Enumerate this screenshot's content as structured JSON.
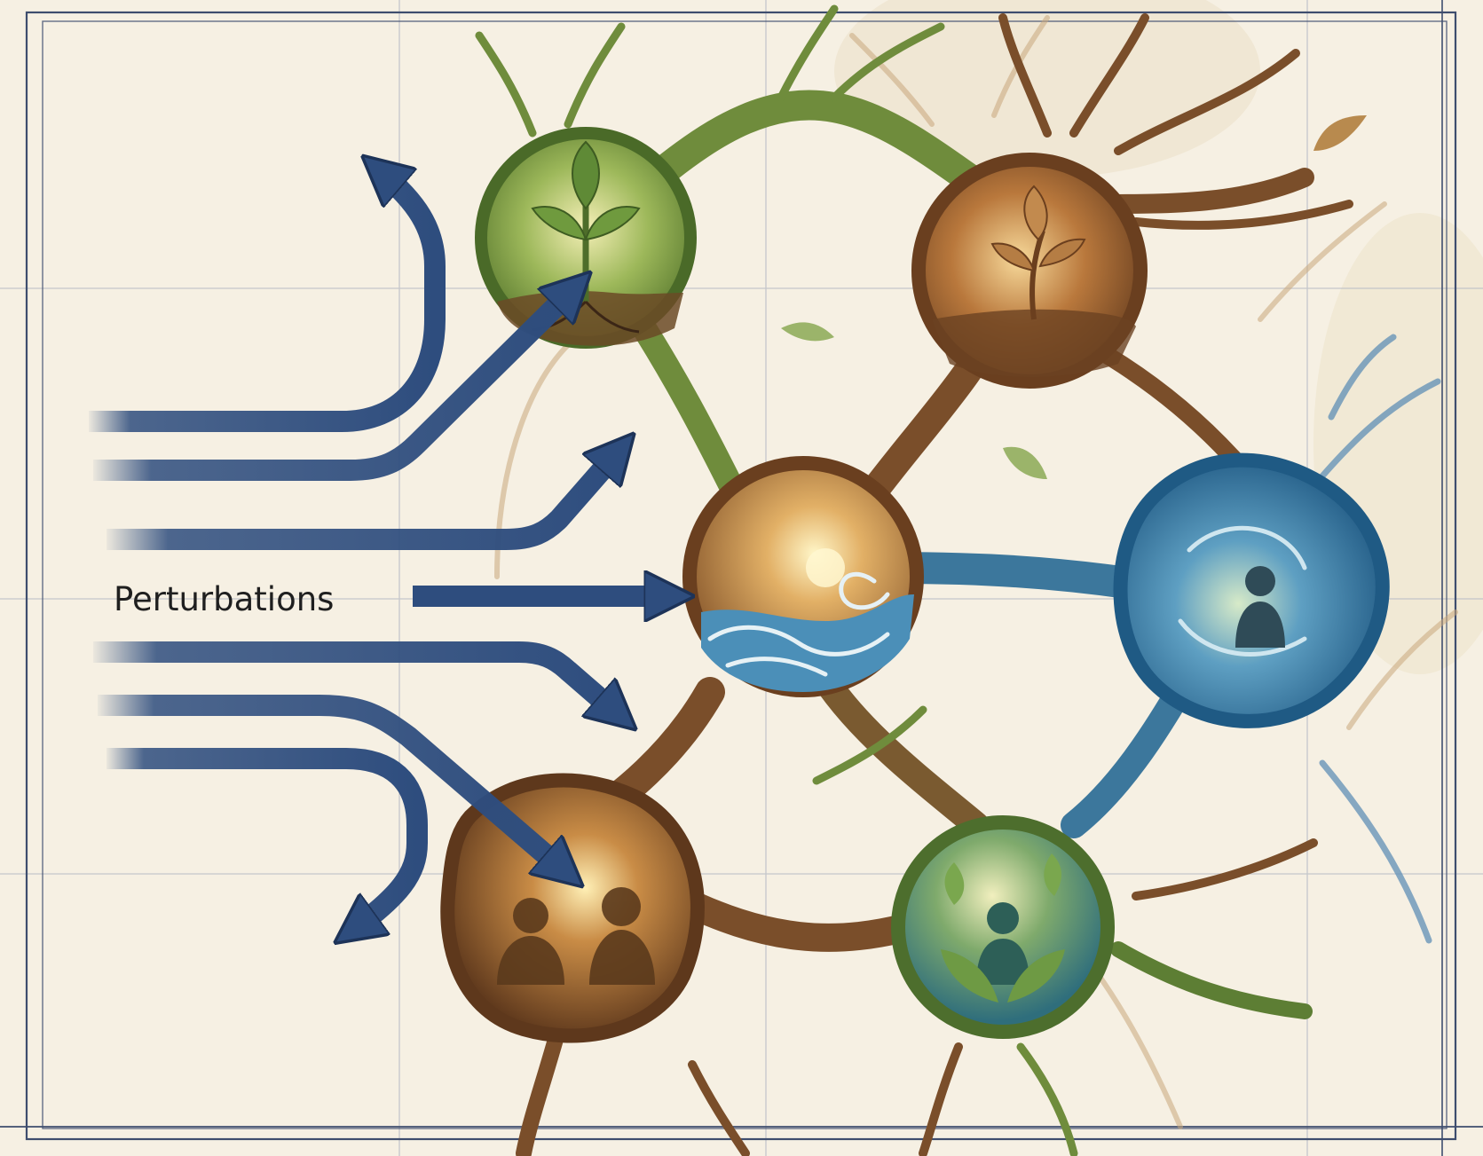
{
  "diagram": {
    "label": "Perturbations",
    "colors": {
      "paper": "#f6f0e3",
      "frame": "#3e4d6e",
      "grid": "#b9bcc6",
      "arrow": "#2e4d7e",
      "green_node": "#6d8e3c",
      "brown_node": "#7a4e2a",
      "blue_node": "#2d6e96",
      "light": "#fbe7a6"
    },
    "nodes": [
      {
        "name": "sprout-node",
        "theme": "green",
        "icon": "sprout-icon"
      },
      {
        "name": "seedling-node",
        "theme": "brown",
        "icon": "sprout-icon"
      },
      {
        "name": "wave-node",
        "theme": "brown-blue",
        "icon": "wave-icon"
      },
      {
        "name": "water-person-node",
        "theme": "blue",
        "icon": "person-icon"
      },
      {
        "name": "people-node",
        "theme": "brown",
        "icon": "people-icon"
      },
      {
        "name": "growth-person-node",
        "theme": "green-blue",
        "icon": "person-leaves-icon"
      }
    ],
    "arrows_incoming": 5,
    "arrows_deflected": 2
  }
}
